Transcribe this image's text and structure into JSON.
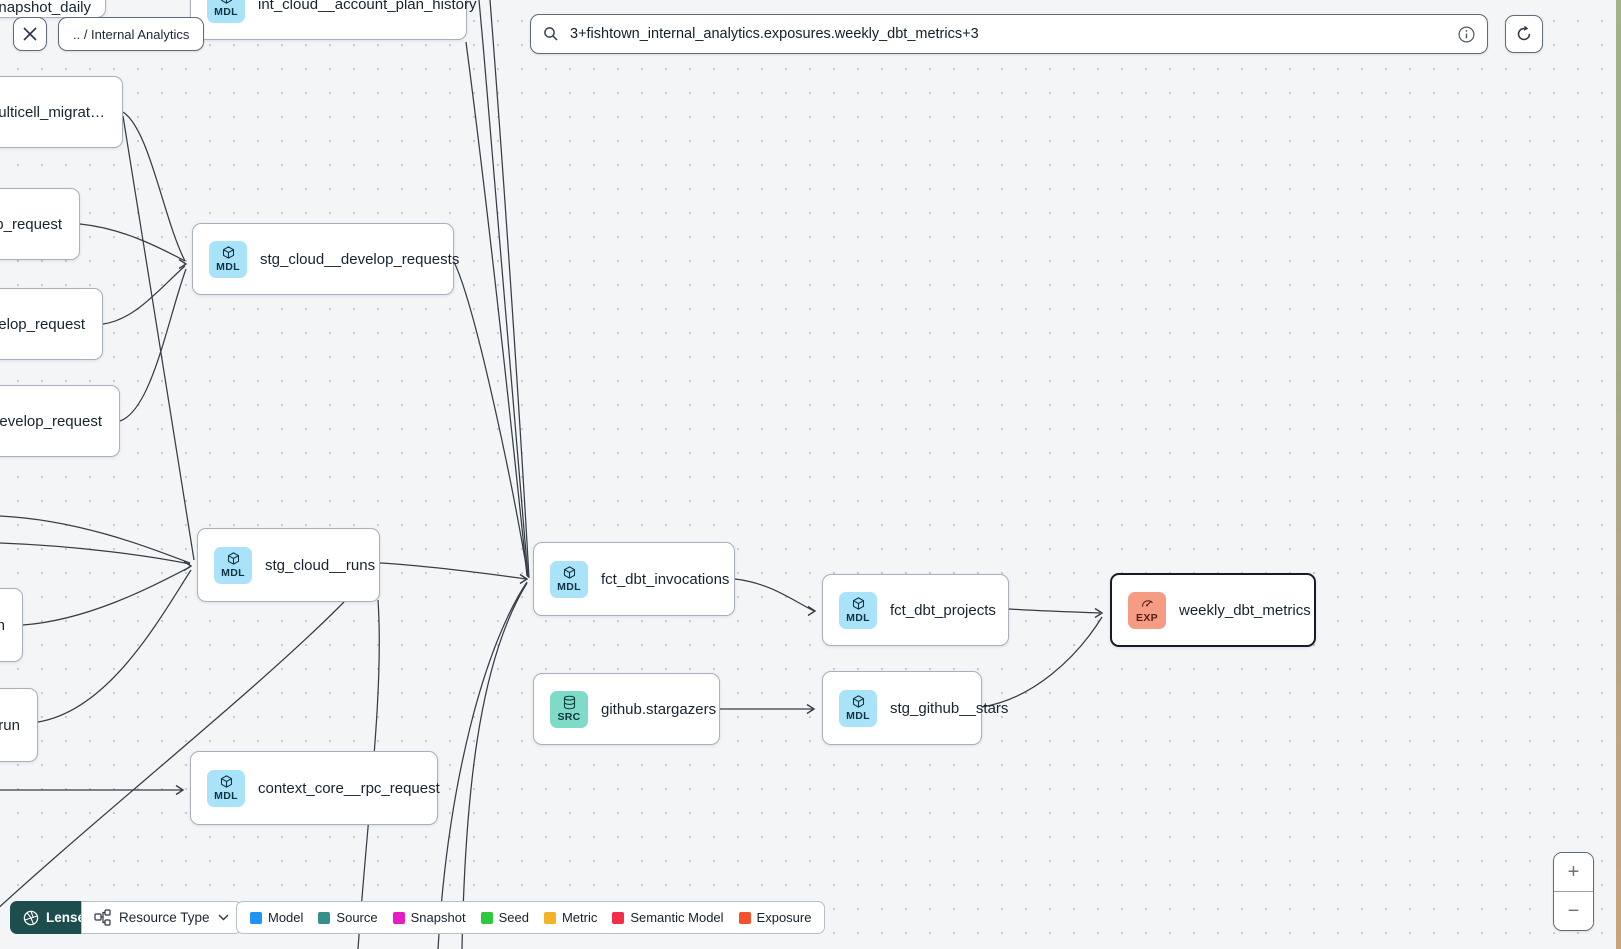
{
  "topbar": {
    "breadcrumb": ".. / Internal Analytics",
    "search_value": "3+fishtown_internal_analytics.exposures.weekly_dbt_metrics+3"
  },
  "badges": {
    "model": "MDL",
    "source": "SRC",
    "exposure": "EXP"
  },
  "nodes": [
    {
      "id": "snapshot_daily",
      "label": "snapshot_daily",
      "kind": "none",
      "clip": "bottom"
    },
    {
      "id": "int_cloud_account_plan_history",
      "label": "int_cloud__account_plan_history",
      "kind": "model"
    },
    {
      "id": "multicell",
      "label": "multicell_migrat…",
      "kind": "none",
      "clip": "left"
    },
    {
      "id": "p_request",
      "label": "p_request",
      "kind": "none",
      "clip": "left"
    },
    {
      "id": "velop_request",
      "label": "velop_request",
      "kind": "none",
      "clip": "left"
    },
    {
      "id": "develop_request",
      "label": ".develop_request",
      "kind": "none",
      "clip": "left"
    },
    {
      "id": "stg_cloud_develop_requests",
      "label": "stg_cloud__develop_requests",
      "kind": "model"
    },
    {
      "id": "stg_cloud_runs",
      "label": "stg_cloud__runs",
      "kind": "model"
    },
    {
      "id": "n_node",
      "label": "n",
      "kind": "none",
      "clip": "left"
    },
    {
      "id": "run_node",
      "label": ".run",
      "kind": "none",
      "clip": "left"
    },
    {
      "id": "fct_dbt_invocations",
      "label": "fct_dbt_invocations",
      "kind": "model"
    },
    {
      "id": "fct_dbt_projects",
      "label": "fct_dbt_projects",
      "kind": "model"
    },
    {
      "id": "github_stargazers",
      "label": "github.stargazers",
      "kind": "source"
    },
    {
      "id": "stg_github_stars",
      "label": "stg_github__stars",
      "kind": "model"
    },
    {
      "id": "context_core_rpc_request",
      "label": "context_core__rpc_request",
      "kind": "model"
    },
    {
      "id": "weekly_dbt_metrics",
      "label": "weekly_dbt_metrics",
      "kind": "exposure",
      "selected": true
    }
  ],
  "edges": [
    {
      "from": "multicell",
      "to": "stg_cloud_develop_requests"
    },
    {
      "from": "p_request",
      "to": "stg_cloud_develop_requests"
    },
    {
      "from": "velop_request",
      "to": "stg_cloud_develop_requests"
    },
    {
      "from": "develop_request",
      "to": "stg_cloud_develop_requests"
    },
    {
      "from": "multicell",
      "to": "stg_cloud_runs"
    },
    {
      "from": "offscreen-left-1",
      "to": "stg_cloud_runs"
    },
    {
      "from": "offscreen-left-2",
      "to": "stg_cloud_runs"
    },
    {
      "from": "n_node",
      "to": "stg_cloud_runs"
    },
    {
      "from": "run_node",
      "to": "stg_cloud_runs"
    },
    {
      "from": "int_cloud_account_plan_history",
      "to": "fct_dbt_invocations"
    },
    {
      "from": "offscreen-top-1",
      "to": "fct_dbt_invocations"
    },
    {
      "from": "offscreen-top-2",
      "to": "fct_dbt_invocations"
    },
    {
      "from": "stg_cloud_develop_requests",
      "to": "fct_dbt_invocations"
    },
    {
      "from": "stg_cloud_runs",
      "to": "fct_dbt_invocations"
    },
    {
      "from": "offscreen-bottom-1",
      "to": "fct_dbt_invocations"
    },
    {
      "from": "offscreen-bottom-2",
      "to": "fct_dbt_invocations"
    },
    {
      "from": "stg_cloud_runs",
      "to": "offscreen-bottom-3"
    },
    {
      "from": "stg_cloud_runs",
      "to": "offscreen-bottom-left"
    },
    {
      "from": "offscreen-left-3",
      "to": "context_core_rpc_request"
    },
    {
      "from": "fct_dbt_invocations",
      "to": "fct_dbt_projects"
    },
    {
      "from": "fct_dbt_projects",
      "to": "weekly_dbt_metrics"
    },
    {
      "from": "stg_github_stars",
      "to": "weekly_dbt_metrics"
    },
    {
      "from": "github_stargazers",
      "to": "stg_github_stars"
    }
  ],
  "lenses": {
    "label": "Lenses",
    "resource_type_label": "Resource Type"
  },
  "legend": {
    "items": [
      {
        "label": "Model",
        "color": "#2094f3"
      },
      {
        "label": "Source",
        "color": "#35908c"
      },
      {
        "label": "Snapshot",
        "color": "#e81cc5"
      },
      {
        "label": "Seed",
        "color": "#2bc93d"
      },
      {
        "label": "Metric",
        "color": "#f0b429"
      },
      {
        "label": "Semantic Model",
        "color": "#f22d49"
      },
      {
        "label": "Exposure",
        "color": "#f4512c"
      }
    ]
  },
  "zoom_controls": {
    "zoom_in": "+",
    "zoom_out": "−"
  },
  "colors": {
    "model_badge": "#a9e3f9",
    "source_badge": "#7fdbc7",
    "exposure_badge": "#f79c84",
    "selected_border": "#161d29",
    "lenses_bg": "#1d4e4d"
  }
}
